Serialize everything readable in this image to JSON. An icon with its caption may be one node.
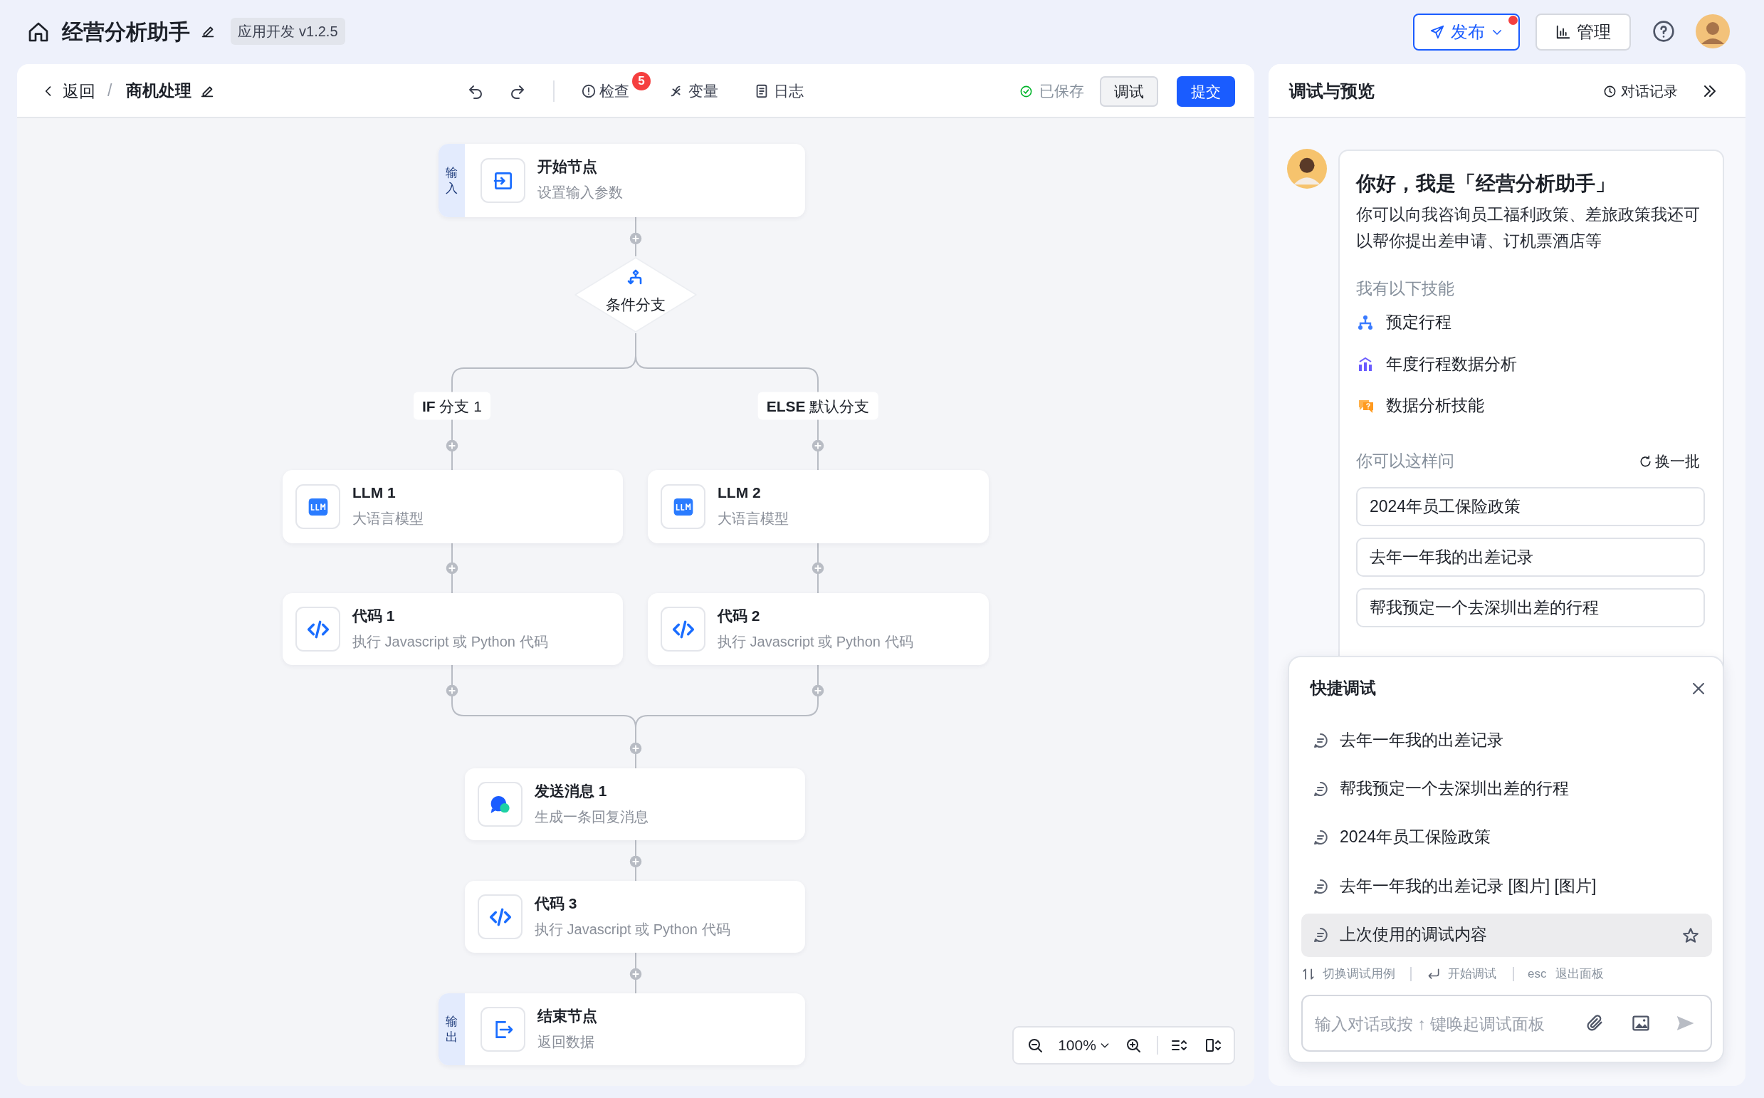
{
  "diagram": {
    "nodes": [
      {
        "text": [
          "输入",
          "开始节点",
          "设置输入参数"
        ]
      },
      {
        "text": [
          "条件分支"
        ]
      },
      {
        "text": [
          "LLM 1",
          "大语言模型"
        ]
      },
      {
        "text": [
          "LLM 2",
          "大语言模型"
        ]
      },
      {
        "text": [
          "代码 1",
          "执行 Javascript 或 Python 代码"
        ]
      },
      {
        "text": [
          "代码 2",
          "执行 Javascript 或 Python 代码"
        ]
      },
      {
        "text": [
          "发送消息 1",
          "生成一条回复消息"
        ]
      },
      {
        "text": [
          "代码 3",
          "执行 Javascript 或 Python 代码"
        ]
      },
      {
        "text": [
          "输出",
          "结束节点",
          "返回数据"
        ]
      }
    ],
    "edges": [
      {
        "from": 0,
        "to": 1,
        "arrow": "none"
      },
      {
        "from": 1,
        "to": 2,
        "arrow": "none",
        "label": "**IF** 分支 1"
      },
      {
        "from": 1,
        "to": 3,
        "arrow": "none",
        "label": "**ELSE** 默认分支"
      },
      {
        "from": 2,
        "to": 4,
        "arrow": "none"
      },
      {
        "from": 3,
        "to": 5,
        "arrow": "none"
      },
      {
        "from": 4,
        "to": 6,
        "arrow": "none"
      },
      {
        "from": 5,
        "to": 6,
        "arrow": "none"
      },
      {
        "from": 6,
        "to": 7,
        "arrow": "none"
      },
      {
        "from": 7,
        "to": 8,
        "arrow": "none"
      }
    ],
    "labels": [
      "经营分析助手",
      "应用开发 v1.2.5",
      "发布",
      "管理",
      "返回",
      "/",
      "商机处理",
      "检查",
      "5",
      "变量",
      "日志",
      "已保存",
      "调试",
      "提交",
      "调试与预览",
      "对话记录",
      "你好，我是「经营分析助手」",
      "你可以向我咨询员工福利政策、差旅政策我还可以帮你提出差申请、订机票酒店等",
      "我有以下技能",
      "预定行程",
      "年度行程数据分析",
      "数据分析技能",
      "你可以这样问",
      "换一批",
      "2024年员工保险政策",
      "去年一年我的出差记录",
      "帮我预定一个去深圳出差的行程",
      "快捷调试",
      "去年一年我的出差记录",
      "帮我预定一个去深圳出差的行程",
      "2024年员工保险政策",
      "去年一年我的出差记录 [图片] [图片]",
      "上次使用的调试内容",
      "切换调试用例",
      "开始调试",
      "esc",
      "退出面板",
      "输入对话或按 ↑ 键唤起调试面板",
      "100%"
    ]
  }
}
